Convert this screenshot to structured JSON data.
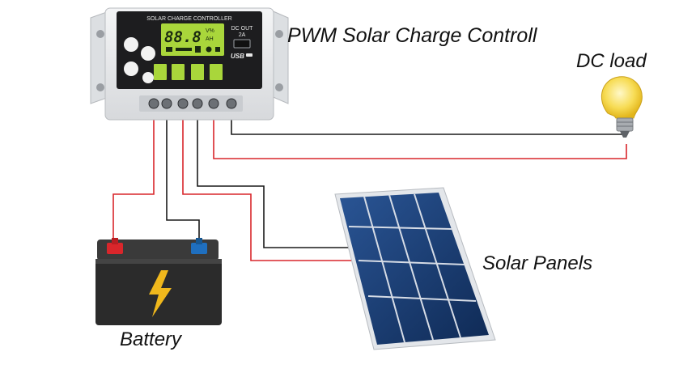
{
  "diagram": {
    "title": "PWM Solar Charge Controll",
    "labels": {
      "dc_load": "DC load",
      "solar_panels": "Solar Panels",
      "battery": "Battery"
    },
    "controller": {
      "header": "SOLAR CHARGE CONTROLLER",
      "lcd_digits": "88.8",
      "lcd_unit_top": "V%",
      "lcd_unit_bottom": "AH",
      "dc_out_label": "DC OUT",
      "dc_out_value": "2A",
      "usb_label": "USB"
    },
    "colors": {
      "positive_wire": "#d9262b",
      "negative_wire": "#1a1a1a",
      "lcd_green": "#a9d63b",
      "panel_blue": "#1c3f75",
      "bulb_yellow": "#f5d23a",
      "battery_body": "#2b2b2b",
      "battery_bolt": "#f0b81c"
    },
    "icons": [
      "sun-icon",
      "lightning-bolt-icon",
      "light-bulb-icon",
      "usb-icon"
    ]
  }
}
